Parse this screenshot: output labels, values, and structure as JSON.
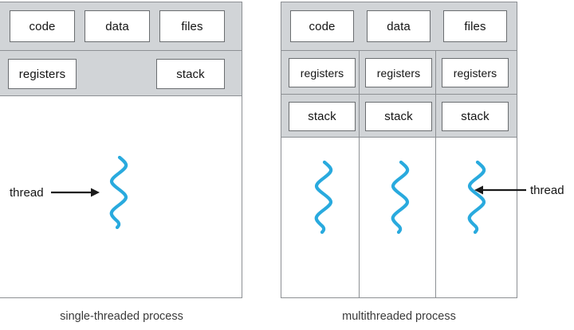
{
  "figure": {
    "title": "single-threaded and multithreaded process comparison",
    "thread_color": "#29aade",
    "panel_gray": "#d1d4d7",
    "border_color": "#8d9094",
    "box_border_color": "#6a6d70"
  },
  "single_process": {
    "caption": "single-threaded process",
    "top_row": [
      {
        "label": "code"
      },
      {
        "label": "data"
      },
      {
        "label": "files"
      }
    ],
    "second_row": [
      {
        "label": "registers"
      },
      {
        "label": "stack"
      }
    ],
    "thread_label": "thread",
    "thread_count": 1
  },
  "multi_process": {
    "caption": "multithreaded process",
    "top_row": [
      {
        "label": "code"
      },
      {
        "label": "data"
      },
      {
        "label": "files"
      }
    ],
    "registers_row": [
      {
        "label": "registers"
      },
      {
        "label": "registers"
      },
      {
        "label": "registers"
      }
    ],
    "stack_row": [
      {
        "label": "stack"
      },
      {
        "label": "stack"
      },
      {
        "label": "stack"
      }
    ],
    "thread_label": "thread",
    "thread_count": 3
  }
}
